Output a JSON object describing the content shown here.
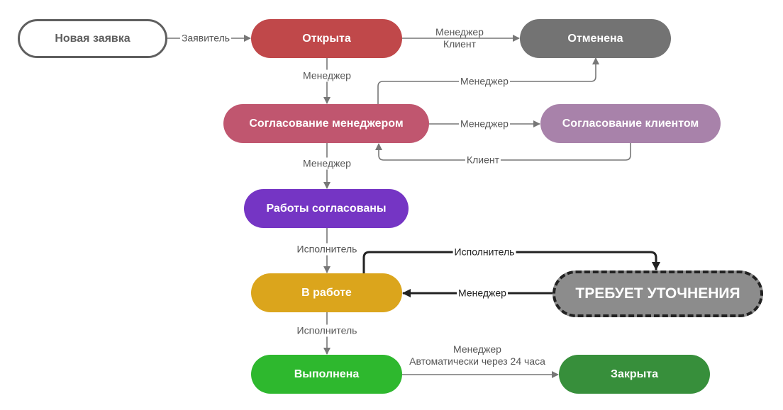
{
  "diagram": {
    "title": "Жизненный цикл заявки",
    "nodes": [
      {
        "id": "new",
        "label": "Новая заявка",
        "style": "outline",
        "fill": "#ffffff",
        "text_color": "#5f5f5f"
      },
      {
        "id": "open",
        "label": "Открыта",
        "style": "solid",
        "fill": "#c0484a",
        "text_color": "#ffffff"
      },
      {
        "id": "cancelled",
        "label": "Отменена",
        "style": "solid",
        "fill": "#737373",
        "text_color": "#ffffff"
      },
      {
        "id": "mgr_approval",
        "label": "Согласование менеджером",
        "style": "solid",
        "fill": "#c0566f",
        "text_color": "#ffffff"
      },
      {
        "id": "client_approval",
        "label": "Согласование клиентом",
        "style": "solid",
        "fill": "#a882aa",
        "text_color": "#ffffff"
      },
      {
        "id": "approved",
        "label": "Работы согласованы",
        "style": "solid",
        "fill": "#7535c4",
        "text_color": "#ffffff"
      },
      {
        "id": "in_progress",
        "label": "В работе",
        "style": "solid",
        "fill": "#dba51c",
        "text_color": "#ffffff"
      },
      {
        "id": "clarify",
        "label": "ТРЕБУЕТ УТОЧНЕНИЯ",
        "style": "dashed",
        "fill": "#8c8c8c",
        "text_color": "#ffffff",
        "border_color": "#222222"
      },
      {
        "id": "done",
        "label": "Выполнена",
        "style": "solid",
        "fill": "#2eb82e",
        "text_color": "#ffffff"
      },
      {
        "id": "closed",
        "label": "Закрыта",
        "style": "solid",
        "fill": "#378f3b",
        "text_color": "#ffffff"
      }
    ],
    "edges": [
      {
        "from": "new",
        "to": "open",
        "label": [
          "Заявитель"
        ],
        "color": "#777777"
      },
      {
        "from": "open",
        "to": "cancelled",
        "label": [
          "Менеджер",
          "Клиент"
        ],
        "color": "#777777"
      },
      {
        "from": "open",
        "to": "mgr_approval",
        "label": [
          "Менеджер"
        ],
        "color": "#777777"
      },
      {
        "from": "mgr_approval",
        "to": "cancelled",
        "label": [
          "Менеджер"
        ],
        "color": "#777777"
      },
      {
        "from": "mgr_approval",
        "to": "client_approval",
        "label": [
          "Менеджер"
        ],
        "color": "#777777"
      },
      {
        "from": "client_approval",
        "to": "mgr_approval",
        "label": [
          "Клиент"
        ],
        "color": "#777777"
      },
      {
        "from": "mgr_approval",
        "to": "approved",
        "label": [
          "Менеджер"
        ],
        "color": "#777777"
      },
      {
        "from": "approved",
        "to": "in_progress",
        "label": [
          "Исполнитель"
        ],
        "color": "#777777"
      },
      {
        "from": "in_progress",
        "to": "clarify",
        "label": [
          "Исполнитель"
        ],
        "color": "#222222"
      },
      {
        "from": "clarify",
        "to": "in_progress",
        "label": [
          "Менеджер"
        ],
        "color": "#222222"
      },
      {
        "from": "in_progress",
        "to": "done",
        "label": [
          "Исполнитель"
        ],
        "color": "#777777"
      },
      {
        "from": "done",
        "to": "closed",
        "label": [
          "Менеджер",
          "Автоматически через 24 часа"
        ],
        "color": "#777777"
      }
    ]
  }
}
